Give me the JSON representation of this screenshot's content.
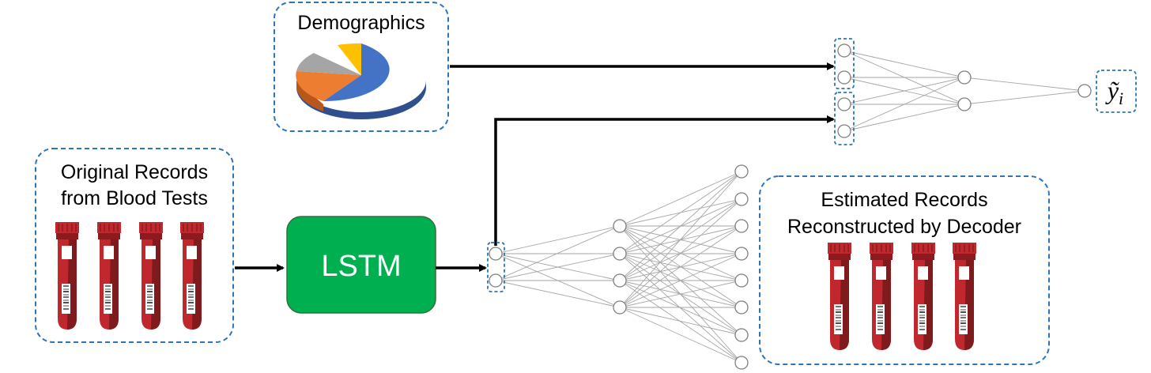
{
  "demographics": {
    "title": "Demographics"
  },
  "original_records": {
    "line1": "Original Records",
    "line2": "from Blood Tests"
  },
  "lstm": {
    "label": "LSTM"
  },
  "estimated_records": {
    "line1": "Estimated Records",
    "line2": "Reconstructed by Decoder"
  },
  "output": {
    "label": "ỹ",
    "subscript": "i"
  },
  "colors": {
    "dashed_border": "#2e75b6",
    "lstm_fill": "#00b050",
    "lstm_border": "#2f6f3e",
    "tube_red": "#c0282d",
    "tube_dark": "#7f1a1d",
    "pie_blue": "#4472c4",
    "pie_orange": "#ed7d31",
    "pie_gray": "#a5a5a5",
    "pie_yellow": "#ffc000"
  }
}
